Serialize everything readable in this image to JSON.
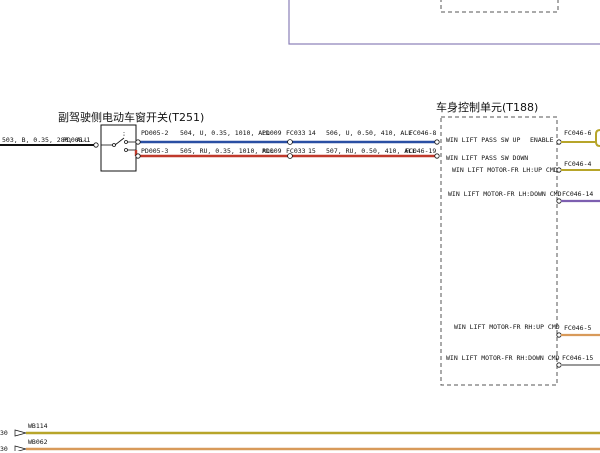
{
  "switch_title": "副驾驶侧电动车窗开关(T251)",
  "bcm_title": "车身控制单元(T188)",
  "left_wire_label": "503, B, 0.35, 280, ALL",
  "left_connector": "PD005-1",
  "wires": [
    {
      "start_pin": "PD005-2",
      "spec1": "504, U, 0.35, 1010, ALL",
      "mid_a": "PD009",
      "mid_b": "FC033",
      "pin": "14",
      "spec2": "506, U, 0.50, 410, ALL",
      "end_pin": "FC046-8",
      "color": "#2a4fa3"
    },
    {
      "start_pin": "PD005-3",
      "spec1": "505, RU, 0.35, 1010, ALL",
      "mid_a": "PD009",
      "mid_b": "FC033",
      "pin": "15",
      "spec2": "507, RU, 0.50, 410, ALL",
      "end_pin": "FC046-19",
      "color": "#c0392b"
    }
  ],
  "bcm_signals": [
    {
      "label": "WIN LIFT PASS SW UP",
      "right": "ENABLE"
    },
    {
      "label": "WIN LIFT PASS SW DOWN",
      "right": ""
    },
    {
      "label": "WIN LIFT MOTOR-FR LH:UP CMD",
      "right": ""
    },
    {
      "label": "WIN LIFT MOTOR-FR LH:DOWN CMD",
      "right": ""
    },
    {
      "label": "WIN LIFT MOTOR-FR RH:UP CMD",
      "right": ""
    },
    {
      "label": "WIN LIFT MOTOR-FR RH:DOWN CMD",
      "right": ""
    }
  ],
  "right_pins": [
    "FC046-6",
    "FC046-4",
    "FC046-14",
    "FC046-5",
    "FC046-15"
  ],
  "bottom_buses": [
    {
      "num": "30",
      "name": "WB114",
      "color": "#b7a52a"
    },
    {
      "num": "30",
      "name": "WB062",
      "color": "#d89a5a"
    }
  ],
  "colors": {
    "blue": "#2a4fa3",
    "red": "#c0392b",
    "purple": "#7d5fb0",
    "olive": "#b7a52a",
    "orange": "#d89a5a",
    "frame": "#8a7fb8"
  }
}
